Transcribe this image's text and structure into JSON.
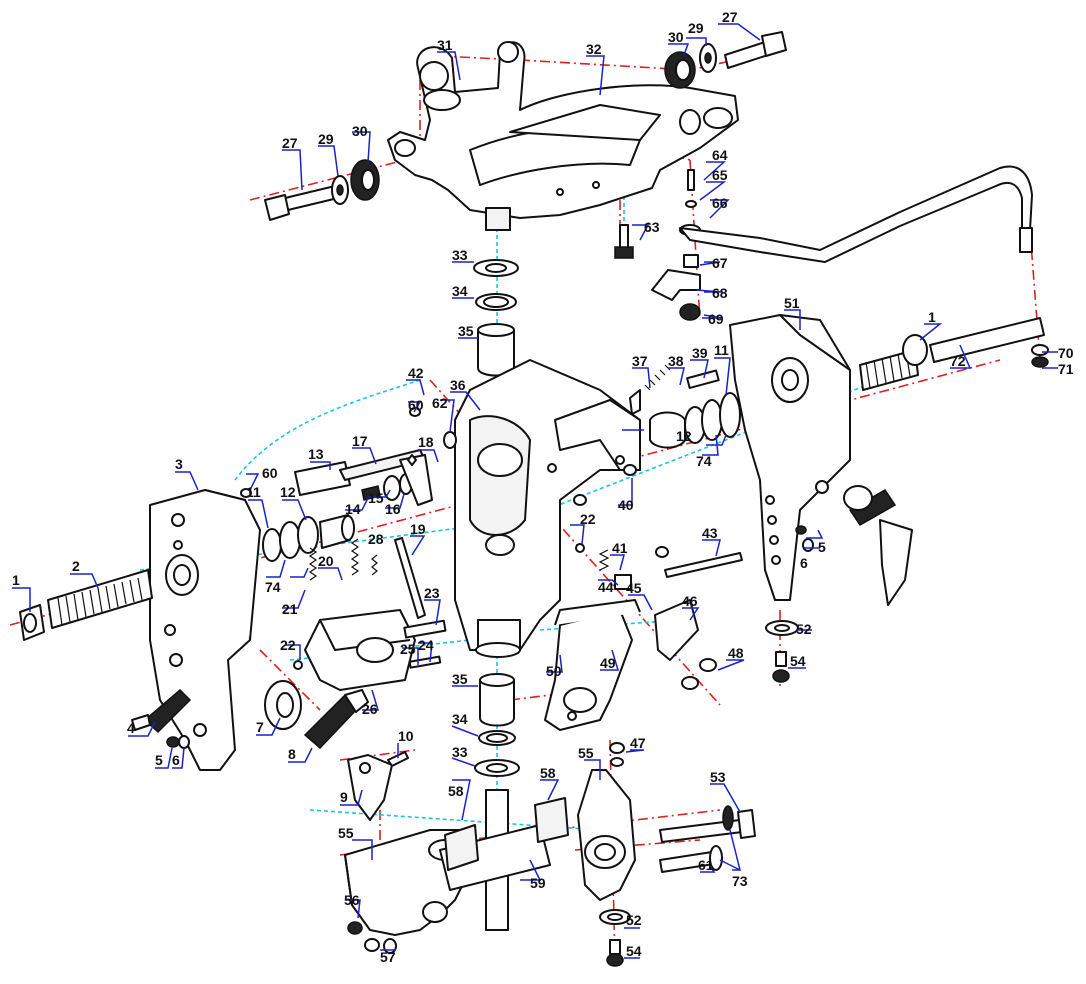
{
  "diagram": {
    "callouts": [
      {
        "id": "c1a",
        "text": "1"
      },
      {
        "id": "c1b",
        "text": "1"
      },
      {
        "id": "c2",
        "text": "2"
      },
      {
        "id": "c3",
        "text": "3"
      },
      {
        "id": "c4",
        "text": "4"
      },
      {
        "id": "c5a",
        "text": "5"
      },
      {
        "id": "c5b",
        "text": "5"
      },
      {
        "id": "c6a",
        "text": "6"
      },
      {
        "id": "c6b",
        "text": "6"
      },
      {
        "id": "c7",
        "text": "7"
      },
      {
        "id": "c8",
        "text": "8"
      },
      {
        "id": "c9",
        "text": "9"
      },
      {
        "id": "c10",
        "text": "10"
      },
      {
        "id": "c11a",
        "text": "11"
      },
      {
        "id": "c11b",
        "text": "11"
      },
      {
        "id": "c12a",
        "text": "12"
      },
      {
        "id": "c12b",
        "text": "12"
      },
      {
        "id": "c13",
        "text": "13"
      },
      {
        "id": "c14",
        "text": "14"
      },
      {
        "id": "c15",
        "text": "15"
      },
      {
        "id": "c16",
        "text": "16"
      },
      {
        "id": "c17",
        "text": "17"
      },
      {
        "id": "c18",
        "text": "18"
      },
      {
        "id": "c19",
        "text": "19"
      },
      {
        "id": "c20",
        "text": "20"
      },
      {
        "id": "c21",
        "text": "21"
      },
      {
        "id": "c22a",
        "text": "22"
      },
      {
        "id": "c22b",
        "text": "22"
      },
      {
        "id": "c23",
        "text": "23"
      },
      {
        "id": "c24",
        "text": "24"
      },
      {
        "id": "c25",
        "text": "25"
      },
      {
        "id": "c26",
        "text": "26"
      },
      {
        "id": "c27a",
        "text": "27"
      },
      {
        "id": "c27b",
        "text": "27"
      },
      {
        "id": "c28",
        "text": "28"
      },
      {
        "id": "c29a",
        "text": "29"
      },
      {
        "id": "c29b",
        "text": "29"
      },
      {
        "id": "c30a",
        "text": "30"
      },
      {
        "id": "c30b",
        "text": "30"
      },
      {
        "id": "c31",
        "text": "31"
      },
      {
        "id": "c32",
        "text": "32"
      },
      {
        "id": "c33a",
        "text": "33"
      },
      {
        "id": "c33b",
        "text": "33"
      },
      {
        "id": "c34a",
        "text": "34"
      },
      {
        "id": "c34b",
        "text": "34"
      },
      {
        "id": "c35a",
        "text": "35"
      },
      {
        "id": "c35b",
        "text": "35"
      },
      {
        "id": "c36",
        "text": "36"
      },
      {
        "id": "c37",
        "text": "37"
      },
      {
        "id": "c38",
        "text": "38"
      },
      {
        "id": "c39",
        "text": "39"
      },
      {
        "id": "c40",
        "text": "40"
      },
      {
        "id": "c41",
        "text": "41"
      },
      {
        "id": "c42",
        "text": "42"
      },
      {
        "id": "c43",
        "text": "43"
      },
      {
        "id": "c44",
        "text": "44"
      },
      {
        "id": "c45",
        "text": "45"
      },
      {
        "id": "c46",
        "text": "46"
      },
      {
        "id": "c47",
        "text": "47"
      },
      {
        "id": "c48",
        "text": "48"
      },
      {
        "id": "c49",
        "text": "49"
      },
      {
        "id": "c50",
        "text": "50"
      },
      {
        "id": "c51",
        "text": "51"
      },
      {
        "id": "c52a",
        "text": "52"
      },
      {
        "id": "c52b",
        "text": "52"
      },
      {
        "id": "c53",
        "text": "53"
      },
      {
        "id": "c54a",
        "text": "54"
      },
      {
        "id": "c54b",
        "text": "54"
      },
      {
        "id": "c55a",
        "text": "55"
      },
      {
        "id": "c55b",
        "text": "55"
      },
      {
        "id": "c56",
        "text": "56"
      },
      {
        "id": "c57",
        "text": "57"
      },
      {
        "id": "c58a",
        "text": "58"
      },
      {
        "id": "c58b",
        "text": "58"
      },
      {
        "id": "c59",
        "text": "59"
      },
      {
        "id": "c60a",
        "text": "60"
      },
      {
        "id": "c60b",
        "text": "60"
      },
      {
        "id": "c61",
        "text": "61"
      },
      {
        "id": "c62",
        "text": "62"
      },
      {
        "id": "c63",
        "text": "63"
      },
      {
        "id": "c64",
        "text": "64"
      },
      {
        "id": "c65",
        "text": "65"
      },
      {
        "id": "c66",
        "text": "66"
      },
      {
        "id": "c67",
        "text": "67"
      },
      {
        "id": "c68",
        "text": "68"
      },
      {
        "id": "c69",
        "text": "69"
      },
      {
        "id": "c70",
        "text": "70"
      },
      {
        "id": "c71",
        "text": "71"
      },
      {
        "id": "c72",
        "text": "72"
      },
      {
        "id": "c73",
        "text": "73"
      },
      {
        "id": "c74a",
        "text": "74"
      },
      {
        "id": "c74b",
        "text": "74"
      }
    ],
    "colors": {
      "outline": "#111111",
      "centerline_red": "#e02020",
      "centerline_cyan": "#19c8d8",
      "leader_blue": "#1a22c8",
      "background": "#ffffff"
    }
  }
}
